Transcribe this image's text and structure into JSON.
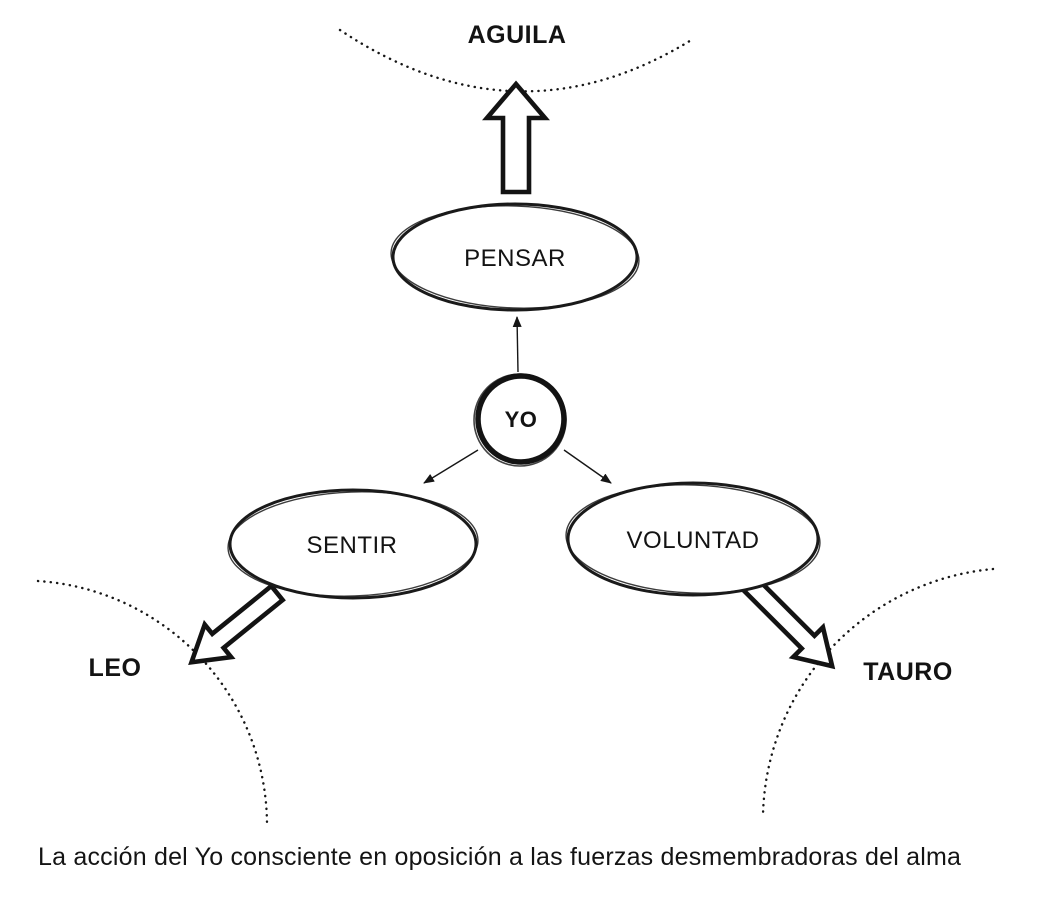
{
  "diagram": {
    "center": {
      "label": "YO"
    },
    "nodes": {
      "pensar": {
        "label": "PENSAR"
      },
      "sentir": {
        "label": "SENTIR"
      },
      "voluntad": {
        "label": "VOLUNTAD"
      }
    },
    "outer": {
      "aguila": {
        "label": "AGUILA"
      },
      "leo": {
        "label": "LEO"
      },
      "tauro": {
        "label": "TAURO"
      }
    },
    "caption": "La acción del Yo consciente en oposición a las fuerzas desmembradoras del alma",
    "colors": {
      "ink": "#141414",
      "background": "#ffffff"
    }
  }
}
